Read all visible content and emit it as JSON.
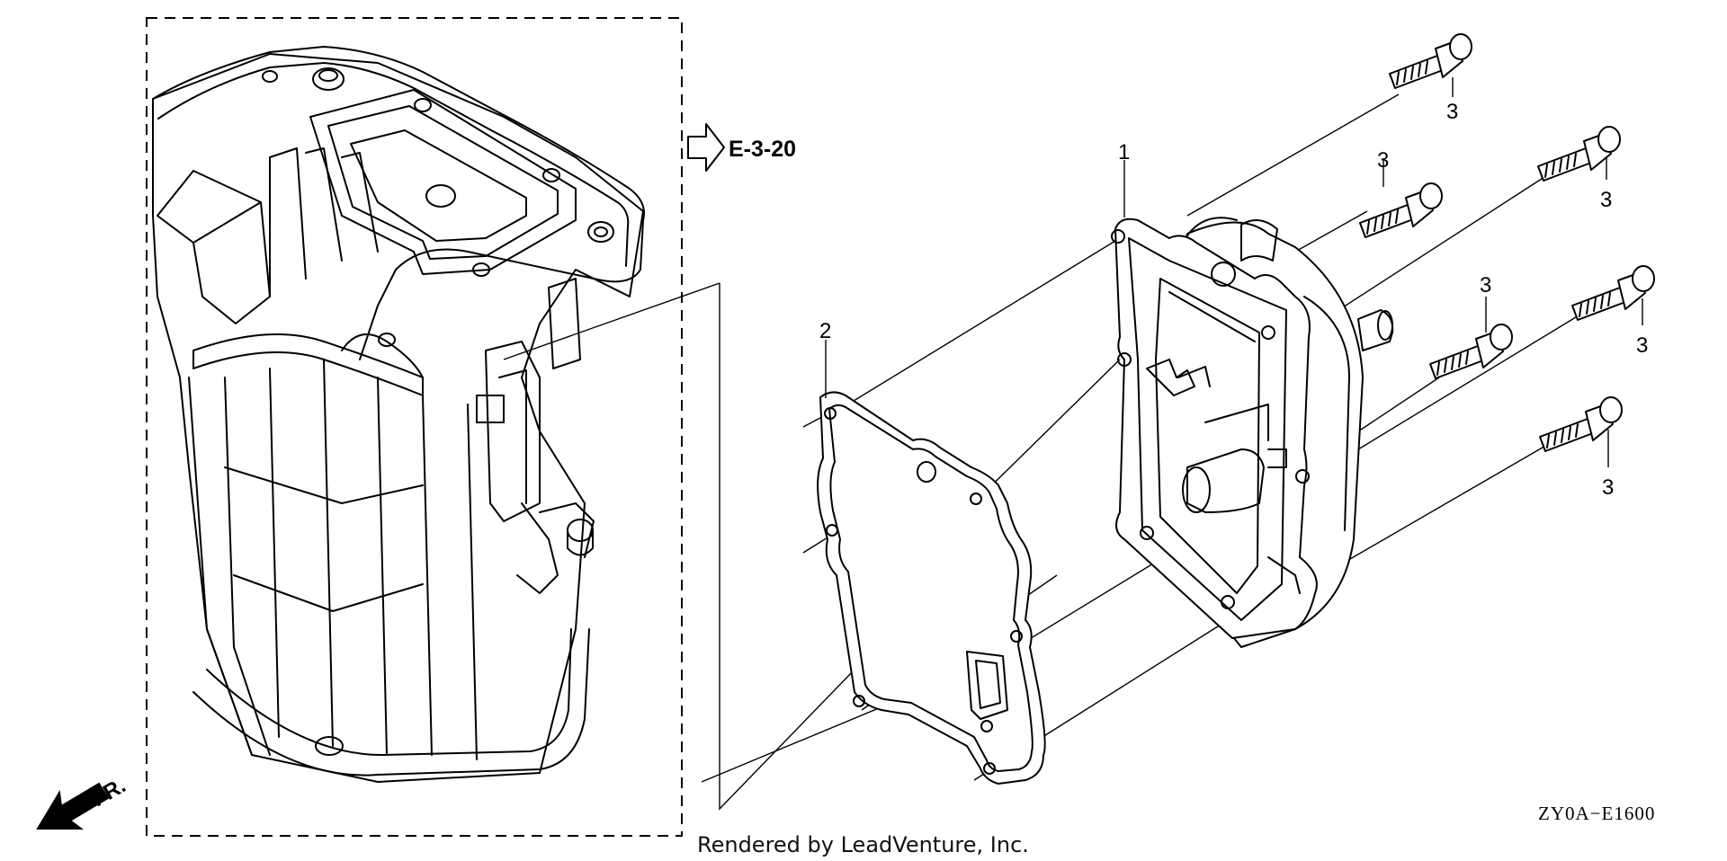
{
  "diagram": {
    "reference_link": "E-3-20",
    "part_callouts": [
      {
        "id": "c1",
        "label": "1"
      },
      {
        "id": "c2",
        "label": "2"
      },
      {
        "id": "c3a",
        "label": "3"
      },
      {
        "id": "c3b",
        "label": "3"
      },
      {
        "id": "c3c",
        "label": "3"
      },
      {
        "id": "c3d",
        "label": "3"
      },
      {
        "id": "c3e",
        "label": "3"
      },
      {
        "id": "c3f",
        "label": "3"
      }
    ],
    "direction_label": "FR.",
    "diagram_code": "ZY0A−E1600",
    "credit": "Rendered by LeadVenture, Inc."
  },
  "icons": {
    "front_arrow": "arrow-down-left-icon",
    "reference_arrow": "hollow-arrow-right-icon"
  },
  "colors": {
    "line": "#000000",
    "background": "#ffffff"
  }
}
